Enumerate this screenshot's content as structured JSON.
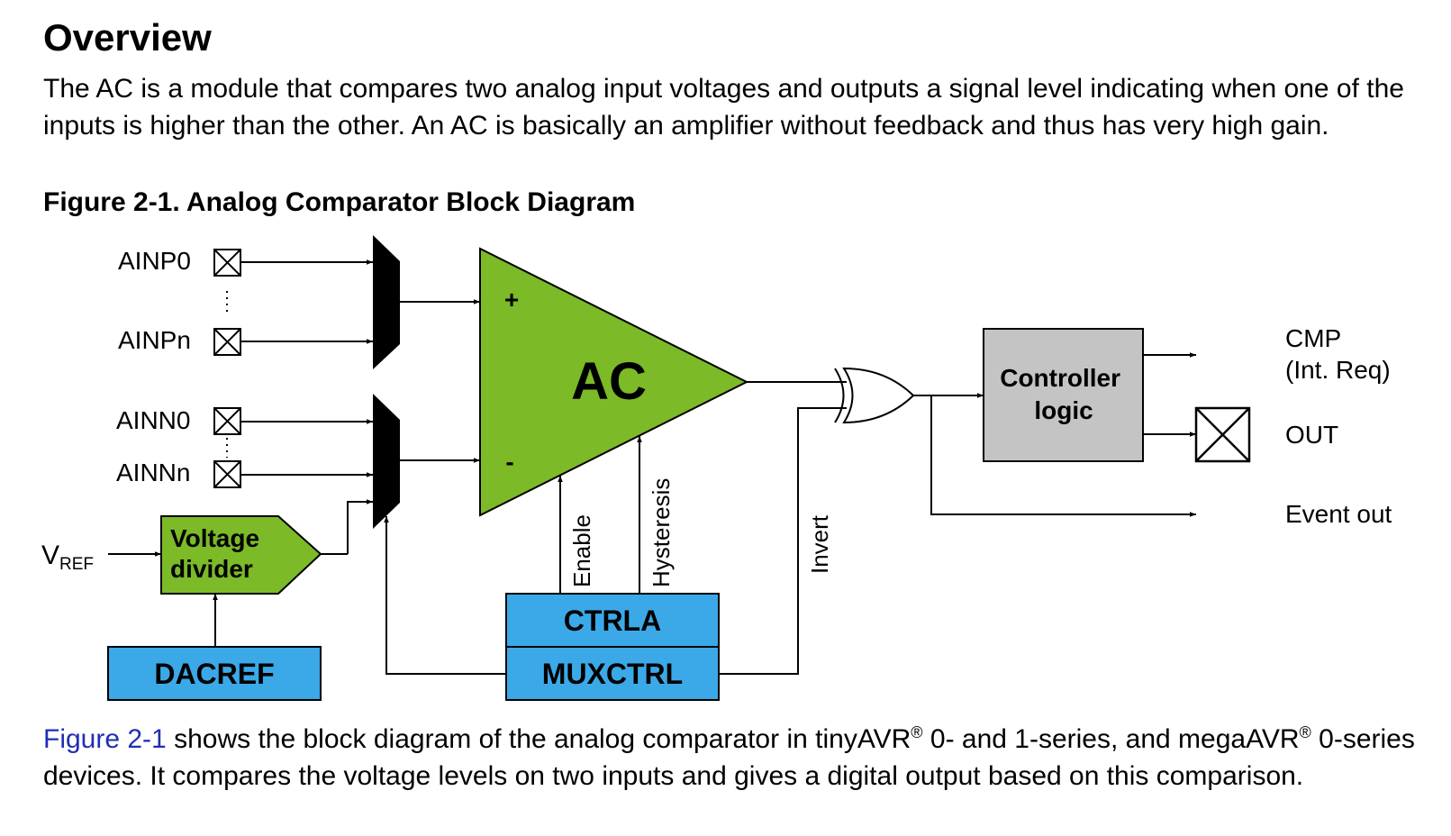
{
  "heading": "Overview",
  "intro": "The AC is a module that compares two analog input voltages and outputs a signal level indicating when one of the inputs is higher than the other. An AC is basically an amplifier without feedback and thus has very high gain.",
  "figure_caption": "Figure 2-1.  Analog Comparator Block Diagram",
  "diagram": {
    "inputs": {
      "ainp0": "AINP0",
      "ainpn": "AINPn",
      "ainn0": "AINN0",
      "ainnn": "AINNn"
    },
    "vref_main": "V",
    "vref_sub": "REF",
    "voltage_divider": [
      "Voltage",
      "divider"
    ],
    "dacref": "DACREF",
    "comparator": "AC",
    "plus_sign": "+",
    "minus_sign": "-",
    "enable": "Enable",
    "hysteresis": "Hysteresis",
    "invert": "Invert",
    "ctrla": "CTRLA",
    "muxctrl": "MUXCTRL",
    "controller_logic": [
      "Controller",
      "logic"
    ],
    "outputs": {
      "cmp": "CMP",
      "int_req": "(Int. Req)",
      "out": "OUT",
      "event_out": "Event out"
    },
    "colors": {
      "green": "#7cba27",
      "blue": "#3ba9e8",
      "gray": "#c4c4c4",
      "black": "#000000"
    }
  },
  "footer": {
    "link": "Figure 2-1",
    "text1": " shows the block diagram of the analog comparator in tinyAVR",
    "reg": "®",
    "text2": " 0- and 1-series, and megaAVR",
    "text3": " 0-series devices. It compares the voltage levels on two inputs and gives a digital output based on this comparison."
  }
}
